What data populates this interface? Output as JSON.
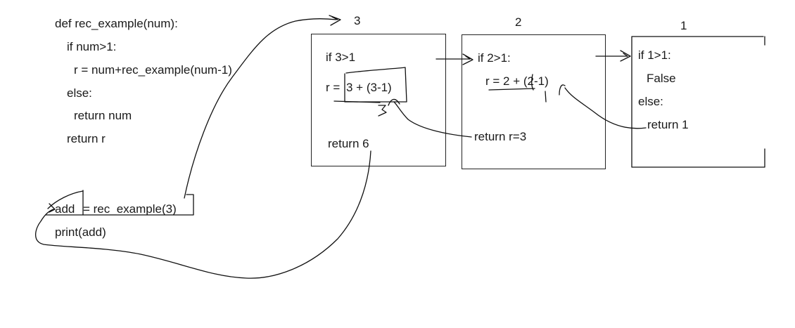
{
  "code": {
    "lines": [
      "def rec_example(num):",
      "if num>1:",
      "r = num+rec_example(num-1)",
      "else:",
      "return num",
      "return r"
    ],
    "call_line": {
      "var": "add",
      "rest": "= rec_example(3)"
    },
    "print_line": "print(add)"
  },
  "frames": [
    {
      "header": "3",
      "lines": [
        "if 3>1",
        "r =",
        "3 + (3-1)",
        "return 6"
      ]
    },
    {
      "header": "2",
      "lines": [
        "if 2>1:",
        "r = 2 + (2-1)",
        "return r=3"
      ]
    },
    {
      "header": "1",
      "lines": [
        "if 1>1:",
        "False",
        "else:",
        "return 1"
      ]
    }
  ],
  "annotations": {
    "scribble_3": "3"
  }
}
